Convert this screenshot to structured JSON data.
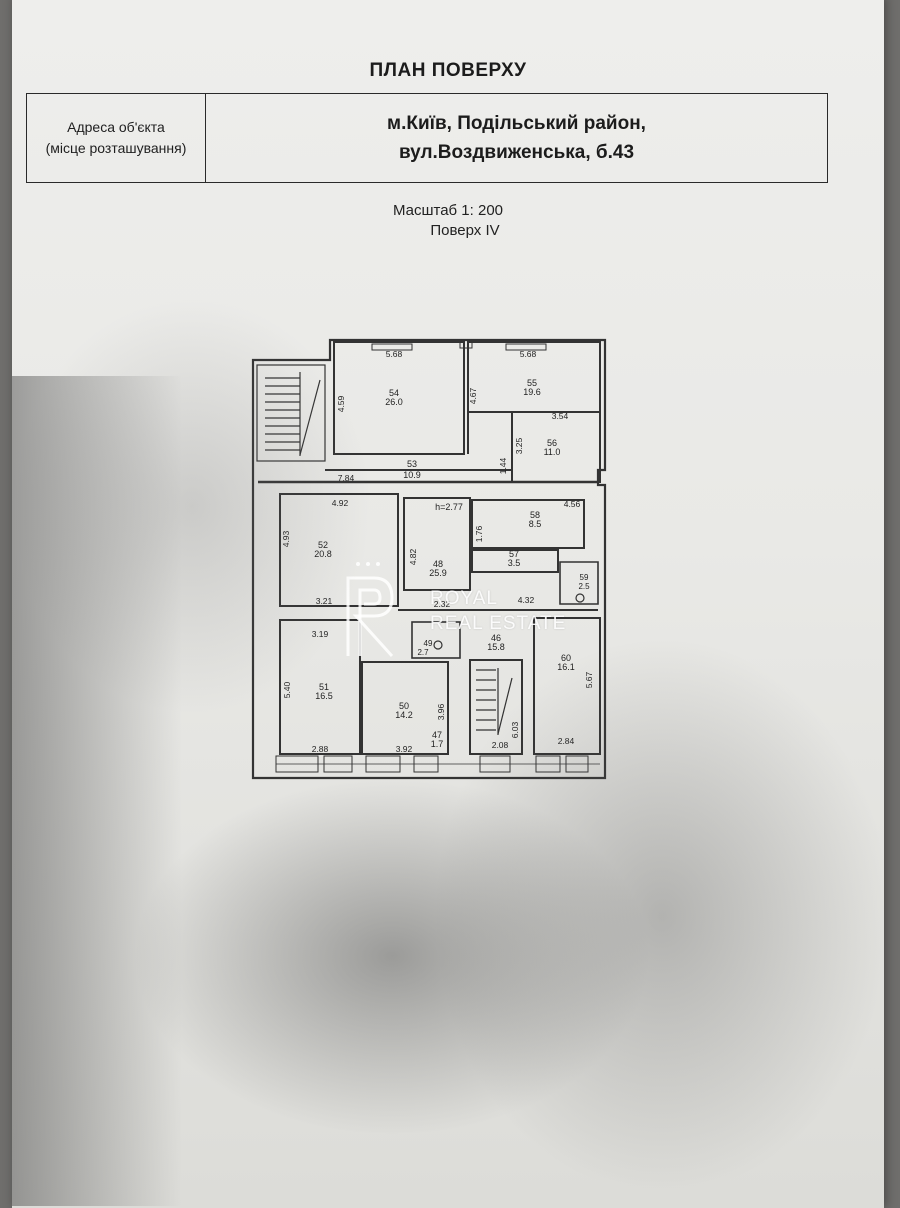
{
  "document": {
    "title": "ПЛАН ПОВЕРХУ",
    "address_label_line1": "Адреса об'єкта",
    "address_label_line2": "(місце розташування)",
    "address_line1": "м.Київ, Подільський район,",
    "address_line2": "вул.Воздвиженська, б.43",
    "scale": "Масштаб 1: 200",
    "floor": "Поверх IV"
  },
  "plan": {
    "ceiling_height": "h=2.77",
    "rooms": [
      {
        "id": "54",
        "area": "26.0"
      },
      {
        "id": "55",
        "area": "19.6"
      },
      {
        "id": "56",
        "area": "11.0"
      },
      {
        "id": "53",
        "area": "10.9"
      },
      {
        "id": "52",
        "area": "20.8"
      },
      {
        "id": "48",
        "area": "25.9"
      },
      {
        "id": "58",
        "area": "8.5"
      },
      {
        "id": "57",
        "area": "3.5"
      },
      {
        "id": "59",
        "area": "2.5"
      },
      {
        "id": "51",
        "area": "16.5"
      },
      {
        "id": "50",
        "area": "14.2"
      },
      {
        "id": "49",
        "area": "2.7"
      },
      {
        "id": "47",
        "area": "1.7"
      },
      {
        "id": "46",
        "area": "15.8"
      },
      {
        "id": "60",
        "area": "16.1"
      }
    ],
    "dimensions": [
      "5.68",
      "5.68",
      "4.59",
      "4.67",
      "3.54",
      "3.25",
      "1.44",
      "7.84",
      "4.92",
      "4.93",
      "4.82",
      "1.76",
      "4.56",
      "3.21",
      "2.32",
      "4.32",
      "3.19",
      "5.40",
      "3.96",
      "6.03",
      "5.67",
      "2.88",
      "3.92",
      "2.08",
      "2.84"
    ]
  },
  "watermark": {
    "line1": "ROYAL",
    "line2": "REAL ESTATE"
  }
}
